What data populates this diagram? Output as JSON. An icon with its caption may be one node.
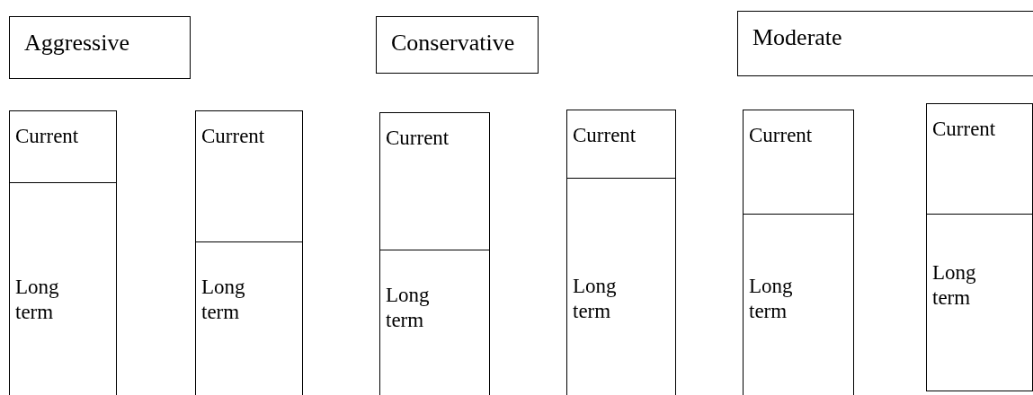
{
  "diagram": {
    "nodes": [
      {
        "text": [
          "Aggressive"
        ]
      },
      {
        "text": [
          "Conservative"
        ]
      },
      {
        "text": [
          "Moderate"
        ]
      },
      {
        "text": [
          "Current",
          "Long term"
        ]
      },
      {
        "text": [
          "Current",
          "Long term"
        ]
      },
      {
        "text": [
          "Current",
          "Long term"
        ]
      },
      {
        "text": [
          "Current",
          "Long term"
        ]
      },
      {
        "text": [
          "Current",
          "Long term"
        ]
      },
      {
        "text": [
          "Current",
          "Long term"
        ]
      }
    ],
    "edges": []
  }
}
